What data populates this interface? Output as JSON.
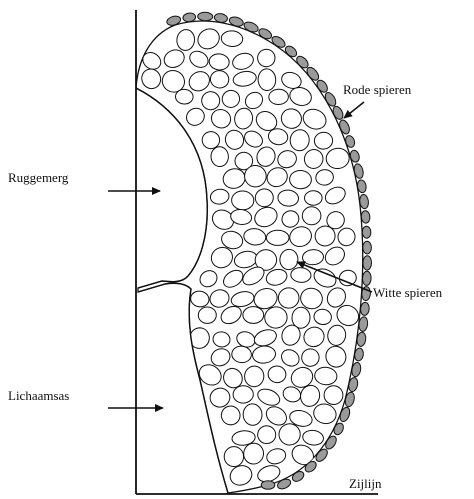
{
  "labels": {
    "ruggemerg": "Ruggemerg",
    "lichaamsas": "Lichaamsas",
    "rode_spieren": "Rode spieren",
    "witte_spieren": "Witte spieren",
    "zijlijn": "Zijlijn"
  },
  "colors": {
    "line": "#111111",
    "red_muscle_fill": "#9a9a9a",
    "white_muscle_fill": "#ffffff",
    "background": "#ffffff"
  }
}
